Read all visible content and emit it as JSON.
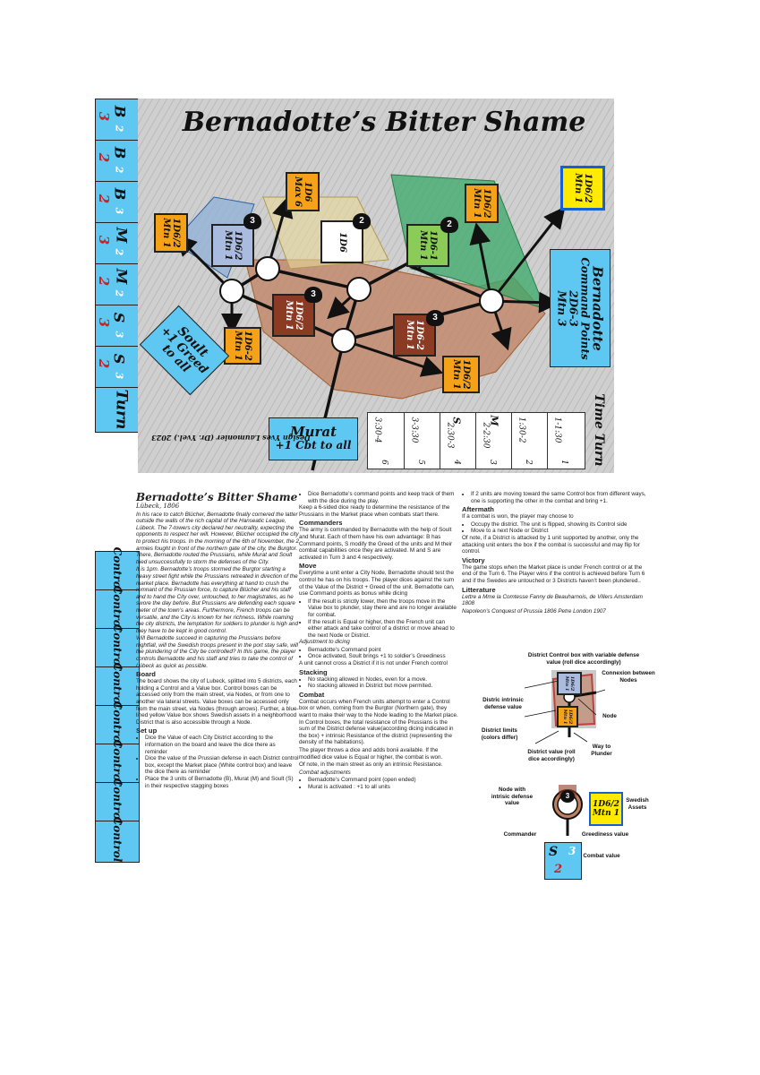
{
  "game_title": "Bernadotte’s Bitter Shame",
  "designer": "Design Yves Laumonier (Dr. Yvel.) 2023",
  "commanders_strip": [
    {
      "commander": "B",
      "top": "2",
      "combat": "3"
    },
    {
      "commander": "B",
      "top": "2",
      "combat": "2"
    },
    {
      "commander": "B",
      "top": "3",
      "combat": "2"
    },
    {
      "commander": "M",
      "top": "2",
      "combat": "3"
    },
    {
      "commander": "M",
      "top": "2",
      "combat": "2"
    },
    {
      "commander": "S",
      "top": "3",
      "combat": "3"
    },
    {
      "commander": "S",
      "top": "3",
      "combat": "2"
    }
  ],
  "turn_label": "Turn",
  "time_turn_label": "Time Turn",
  "map_boxes": {
    "d_max6": "1D6 Max 6",
    "d_left": "1D6/2 Mtn 1",
    "d_blue": "1D6/2 Mtn 1",
    "d_white": "1D6",
    "d_green": "1D6-1 Mtn 1",
    "d_top_right": "1D6/2 Mtn 1",
    "d_swedish": "1D6/2 Mtn 1",
    "d_brown1": "1D6/2 Mtn 1",
    "d_brown2": "1D6-2 Mtn 1",
    "d_low_left": "1D6-2 Mtn 1",
    "d_low_right": "1D6/2 Mtn 1",
    "n3a": "3",
    "n2a": "2",
    "n2b": "2",
    "n3b": "3",
    "n3c": "3"
  },
  "bernadotte_box": {
    "name": "Bernadotte",
    "line1": "Command Points",
    "line2": "2D6-3",
    "line3": "Mtn 3"
  },
  "soult_box": {
    "name": "Soult",
    "line1": "+1 Greed",
    "line2": "to all"
  },
  "murat_box": {
    "name": "Murat",
    "line1": "+1 Cbt to all"
  },
  "time_track": [
    {
      "turn": "1",
      "time": "1-1:30"
    },
    {
      "turn": "2",
      "time": "1:30-2"
    },
    {
      "turn": "3",
      "time": "2-2:30",
      "commander": "M"
    },
    {
      "turn": "4",
      "time": "2:30-3",
      "commander": "S"
    },
    {
      "turn": "5",
      "time": "3-3:30"
    },
    {
      "turn": "6",
      "time": "3:30-4"
    }
  ],
  "control_label": "Control",
  "rules": {
    "title": "Bernadotte’s Bitter Shame",
    "subtitle": "Lübeck, 1806",
    "intro1": "In his race to catch Blücher, Bernadotte finally cornered the latter outside the walls of the rich capital of the Hanseatic League, Lübeck. The 7-towers city declared her neutrality, expecting the opponents to respect her will. However, Blücher occupied the city to protect his troops. In the morning of the 6th of November, the 2 armies fought in front of the northern gate of the city, the Burgtor. There, Bernadotte routed the Prussians, while Murat and Soult tried unsuccessfully to storm the defenses of the City.",
    "intro2": "It is 1pm. Bernadotte’s troops stormed the Burgtor starting a heavy street fight while the Prussians retreated in direction of the market place. Bernadotte has everything at hand to crush the remnant of the Prussian force, to capture Blücher and his staff and to hand the City over, untouched, to her magistrates, as he swore the day before. But Prussians are defending each square meter of the town’s areas. Furthermore, French troops can be versatile, and the City is known for her richness. While roaming the city districts, the temptation for soldiers to plunder is high and they have to be kept in good control.",
    "intro3": "Will Bernadotte succeed in capturing the Prussians before nightfall, will the Swedish troops present in the port stay safe, will the plundering of the City be controlled? In this game, the player controls Bernadotte and his staff and tries to take the control of Lübeck as quick as possible.",
    "board_h": "Board",
    "board": "The board shows the city of Lubeck, splitted into 5 districts, each holding a Control and a Value box. Control boxes can be accessed only from the main street, via Nodes, or from one to another via lateral streets. Value boxes can be accessed only from the main street, via Nodes (through arrows). Further, a blue-lined yellow Value box shows Swedish assets in a neighborhood District that is also accessible through a Node.",
    "setup_h": "Set up",
    "setup1": "Dice the Value of each City District according to the information on the board and leave the dice there as reminder",
    "setup2": "Dice the value of the Prussian defense in each District control box, except the Market place (White control box) and leave the dice there as reminder",
    "setup3": "Place the 3 units of Bernadotte (B), Murat (M) and Soult (S) in their respective stagging boxes",
    "setup4": "Dice Bernadotte’s command points and keep track of them with the dice during the play.",
    "setup5": "Keep a 6-sided dice ready to determine the resistance of the Prussians in the Market place when combats start there.",
    "cmd_h": "Commanders",
    "cmd": "The army is commanded by Bernadotte with the help of Soult and Murat. Each of them have his own advantage: B has Command points, S modify the Greed of the units and M their combat capabilities once they are activated. M and S are activated in Turn 3 and 4 respectively.",
    "move_h": "Move",
    "move": "Everytime a unit enter a City Node, Bernadotte should test the control he has on his troops. The player dices against the sum of the Value of the District + Greed of the unit. Bernadotte can, use Command points as bonus while dicing",
    "move1": "If the result is strictly lower, then the troops move in the Value box to plunder, stay there and are no longer available for combat.",
    "move2": "If the result is Equal or higher, then the French unit can either attack and take control of a district or move ahead to the next Node or District.",
    "adj_h": "Adjustment to dicing",
    "adj1": "Bernadotte’s Command point",
    "adj2": "Once activated, Soult brings +1 to soldier’s Greediness",
    "adj3": "A unit cannot cross a District if it is not under French control",
    "stack_h": "Stacking",
    "stack1": "No stacking allowed in Nodes, even for a move.",
    "stack2": "No stacking allowed in District but move permited.",
    "combat_h": "Combat",
    "combat": "Combat occurs when French units attempt to enter a Control box or when, coming from the Burgtor (Northern gate), they want to make their way to the Node leading to the Market place. In Control boxes, the total resistance of the Prussians is the sum of the District defense value(according dicing indicated in the box) + intrinsic Resistance of the district (representing the density of the habitations).",
    "combat2": "The player throws a dice and adds bonii available. If the modified dice value is Equal or higher, the combat is won.",
    "combat3": "Of note, in the main street as only an intrinsic Resistance.",
    "cadj_h": "Combat adjustments",
    "cadj1": "Bernadotte’s Command point (open ended)",
    "cadj2": "Murat is activated : +1 to all units",
    "c3_1": "If 2 units are moving toward the same Control box from different ways, one is supporting the other in the combat and bring +1.",
    "after_h": "Aftermath",
    "after": "If a combat is won, the player may choose to",
    "after1": "Occupy the district. The unit is flipped, showing its Control side",
    "after2": "Move to a next Node or District",
    "after3": "Of note, if a District is attacked by 1 unit supported by another, only the attacking unit enters the box if the combat is successful and may flip for control.",
    "victory_h": "Victory",
    "victory": "The game stops when the Market place is under French control or at the end of the Turn 6. The Player wins if the control is achieved before Turn 6 and if the Swedes are untouched or 3 Districts haven’t been plundered..",
    "lit_h": "Litterature",
    "lit1": "Lettre a Mme la Comtesse Fanny de Beauharnois, de Villers Amsterdam 1808",
    "lit2": "Napoleon’s Conquest of Prussia 1806 Petre London 1907"
  },
  "legend": {
    "title": "District Control box with variable defense value (roll dice accordingly)",
    "intrinsic": "Distric intrinsic defense value",
    "connexion": "Connexion between Nodes",
    "node": "Node",
    "limits": "District limits (colors differ)",
    "plunder": "Way to Plunder",
    "dvalue": "District value (roll dice accordingly)",
    "node_def": "Node with intrisic defense value",
    "swedish": "Swedish Assets",
    "commander": "Commander",
    "greed": "Greediness value",
    "combat": "Combat value",
    "mini_box1": "1D6/2 Mtn 1",
    "mini_box2": "1D6/2 Mtn 1",
    "sw_box": "1D6/2 Mtn 1",
    "node_num": "3",
    "counter_c": "S",
    "counter_g": "3",
    "counter_v": "2"
  }
}
